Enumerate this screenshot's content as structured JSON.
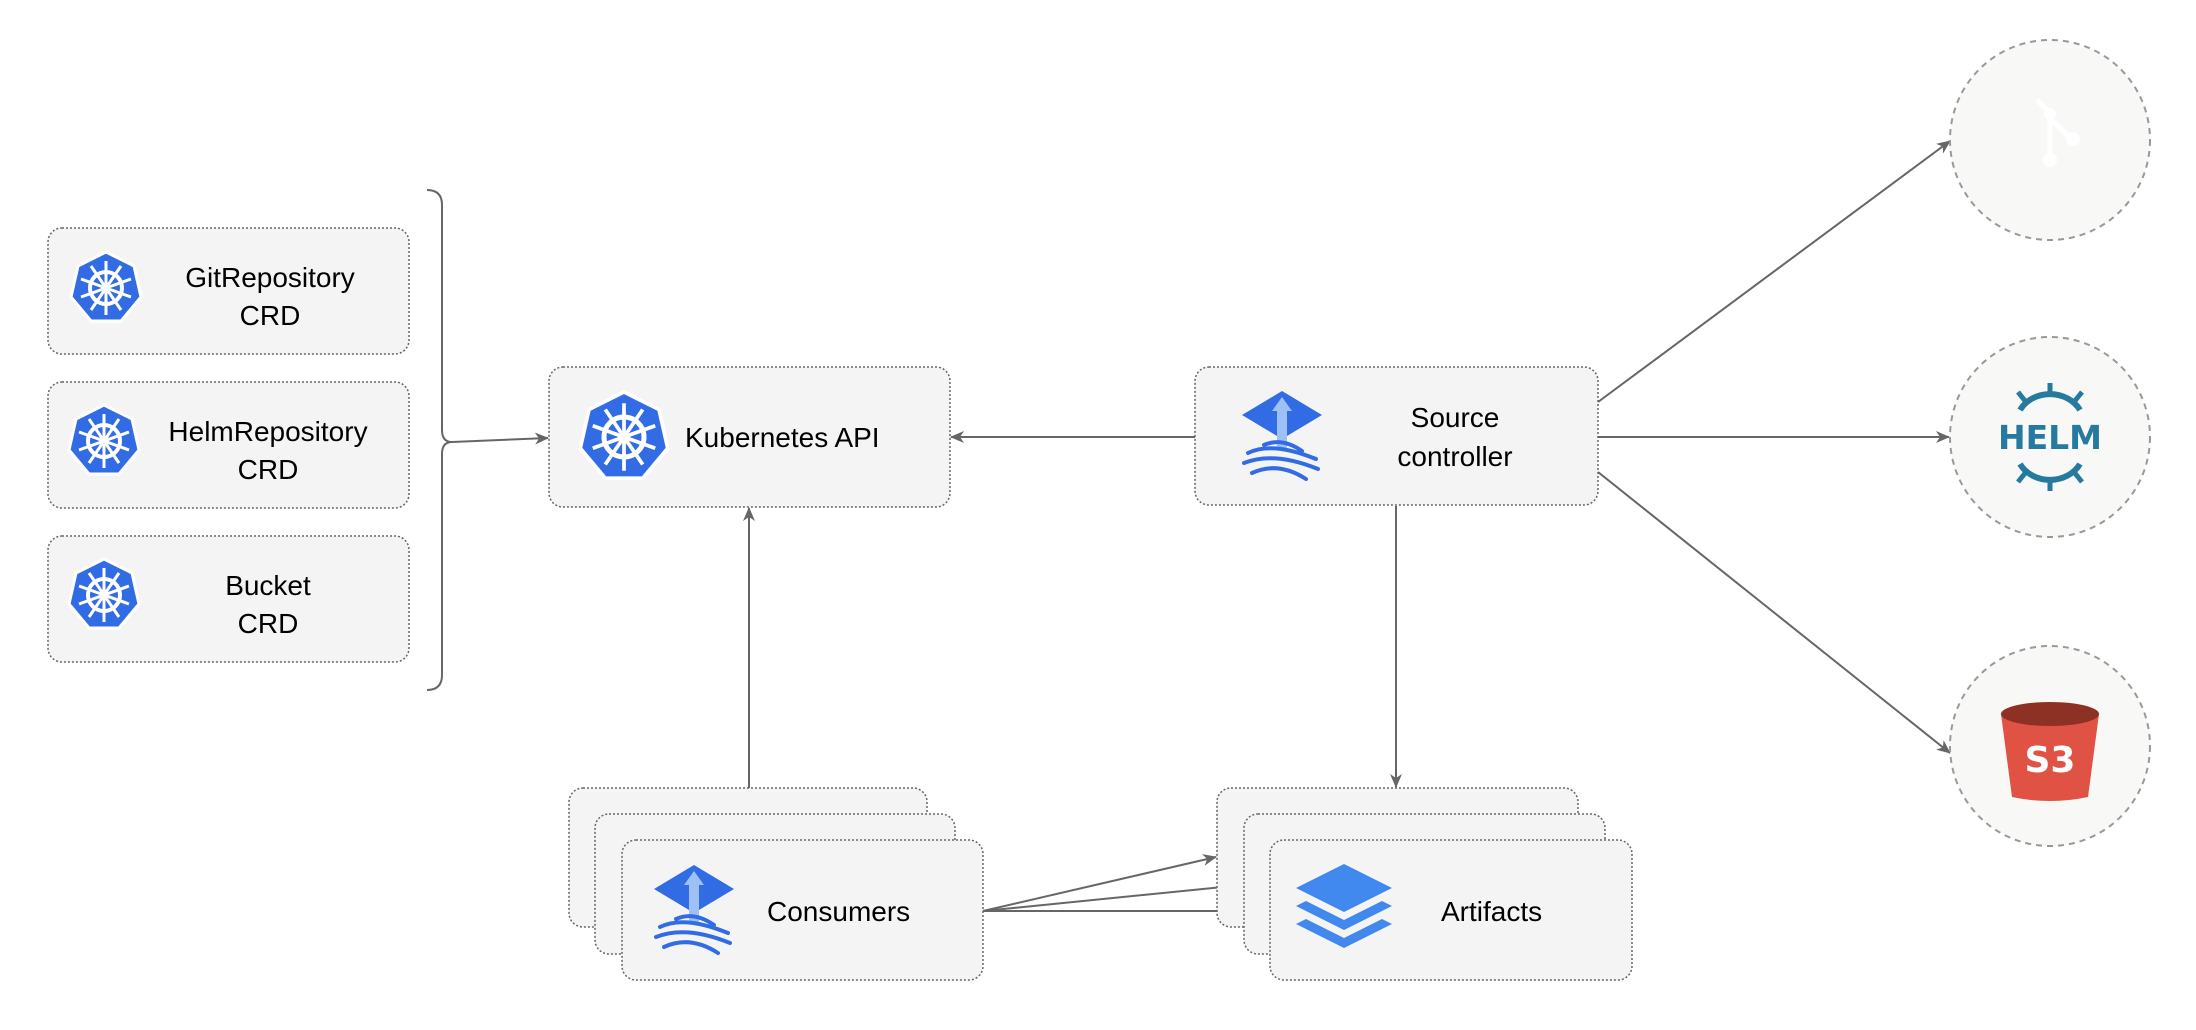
{
  "nodes": {
    "git_repository_crd": {
      "line1": "GitRepository",
      "line2": "CRD"
    },
    "helm_repository_crd": {
      "line1": "HelmRepository",
      "line2": "CRD"
    },
    "bucket_crd": {
      "line1": "Bucket",
      "line2": "CRD"
    },
    "kubernetes_api": {
      "label": "Kubernetes API"
    },
    "source_controller": {
      "line1": "Source",
      "line2": "controller"
    },
    "consumers": {
      "label": "Consumers"
    },
    "artifacts": {
      "label": "Artifacts"
    },
    "git": {
      "icon": "git-icon"
    },
    "helm": {
      "icon": "helm-icon",
      "logo_text": "HELM"
    },
    "s3": {
      "icon": "s3-bucket-icon",
      "logo_text": "S3"
    }
  },
  "colors": {
    "kubernetes_blue": "#326ce5",
    "git_blue": "#2f7bd6",
    "helm_teal": "#277a9f",
    "s3_red": "#e05243",
    "s3_dark": "#8c3123",
    "layers_blue": "#4189ee"
  }
}
